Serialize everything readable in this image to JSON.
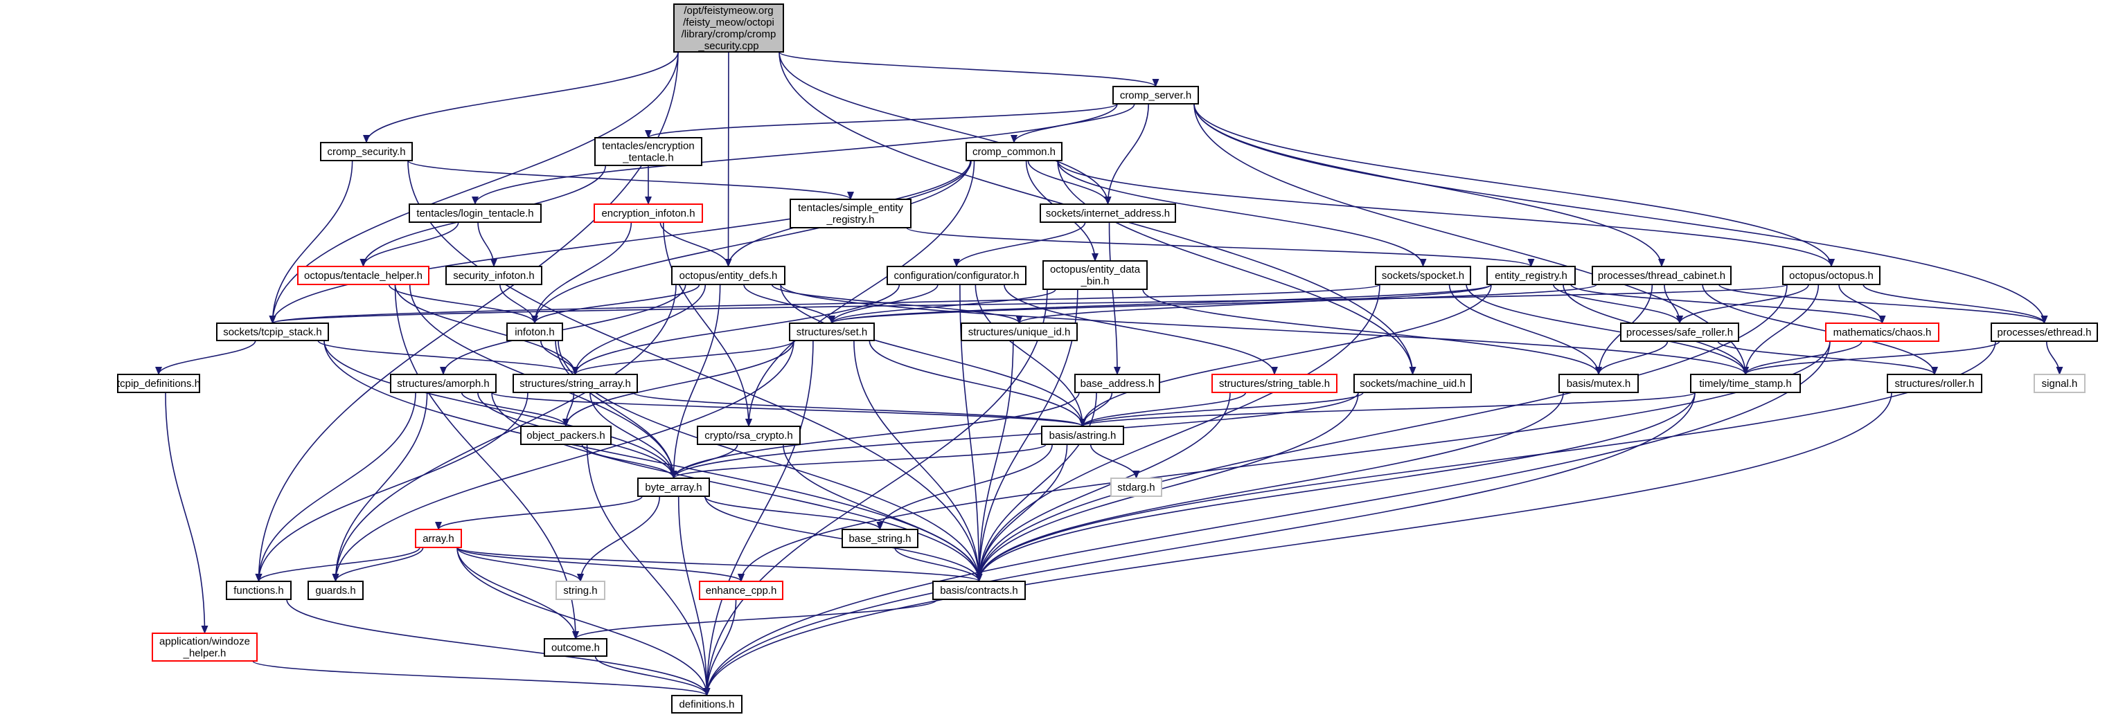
{
  "colors": {
    "edge": "#191970",
    "node_border": "#000000",
    "truncated_border": "#ff0000",
    "external_border": "#bfbfbf",
    "external_text": "#808080",
    "root_fill": "#bfbfbf"
  },
  "nodes": [
    {
      "id": "root",
      "lines": [
        "/opt/feistymeow.org",
        "/feisty_meow/octopi",
        "/library/cromp/cromp",
        "_security.cpp"
      ],
      "kind": "root"
    },
    {
      "id": "cromp_server",
      "lines": [
        "cromp_server.h"
      ],
      "kind": "normal"
    },
    {
      "id": "cromp_security",
      "lines": [
        "cromp_security.h"
      ],
      "kind": "normal"
    },
    {
      "id": "encryption_tentacle",
      "lines": [
        "tentacles/encryption",
        "_tentacle.h"
      ],
      "kind": "normal"
    },
    {
      "id": "cromp_common",
      "lines": [
        "cromp_common.h"
      ],
      "kind": "normal"
    },
    {
      "id": "login_tentacle",
      "lines": [
        "tentacles/login_tentacle.h"
      ],
      "kind": "normal"
    },
    {
      "id": "encryption_infoton",
      "lines": [
        "encryption_infoton.h"
      ],
      "kind": "truncated"
    },
    {
      "id": "simple_entity_registry",
      "lines": [
        "tentacles/simple_entity",
        "_registry.h"
      ],
      "kind": "normal"
    },
    {
      "id": "internet_address",
      "lines": [
        "sockets/internet_address.h"
      ],
      "kind": "normal"
    },
    {
      "id": "tentacle_helper",
      "lines": [
        "octopus/tentacle_helper.h"
      ],
      "kind": "truncated"
    },
    {
      "id": "security_infoton",
      "lines": [
        "security_infoton.h"
      ],
      "kind": "normal"
    },
    {
      "id": "entity_defs",
      "lines": [
        "octopus/entity_defs.h"
      ],
      "kind": "normal"
    },
    {
      "id": "configurator",
      "lines": [
        "configuration/configurator.h"
      ],
      "kind": "normal"
    },
    {
      "id": "entity_data_bin",
      "lines": [
        "octopus/entity_data",
        "_bin.h"
      ],
      "kind": "normal"
    },
    {
      "id": "spocket",
      "lines": [
        "sockets/spocket.h"
      ],
      "kind": "normal"
    },
    {
      "id": "entity_registry",
      "lines": [
        "entity_registry.h"
      ],
      "kind": "normal"
    },
    {
      "id": "thread_cabinet",
      "lines": [
        "processes/thread_cabinet.h"
      ],
      "kind": "normal"
    },
    {
      "id": "octopus",
      "lines": [
        "octopus/octopus.h"
      ],
      "kind": "normal"
    },
    {
      "id": "tcpip_stack",
      "lines": [
        "sockets/tcpip_stack.h"
      ],
      "kind": "normal"
    },
    {
      "id": "infoton",
      "lines": [
        "infoton.h"
      ],
      "kind": "normal"
    },
    {
      "id": "set",
      "lines": [
        "structures/set.h"
      ],
      "kind": "normal"
    },
    {
      "id": "unique_id",
      "lines": [
        "structures/unique_id.h"
      ],
      "kind": "normal"
    },
    {
      "id": "safe_roller",
      "lines": [
        "processes/safe_roller.h"
      ],
      "kind": "normal"
    },
    {
      "id": "chaos",
      "lines": [
        "mathematics/chaos.h"
      ],
      "kind": "truncated"
    },
    {
      "id": "ethread",
      "lines": [
        "processes/ethread.h"
      ],
      "kind": "normal"
    },
    {
      "id": "tcpip_definitions",
      "lines": [
        "tcpip_definitions.h"
      ],
      "kind": "normal"
    },
    {
      "id": "amorph",
      "lines": [
        "structures/amorph.h"
      ],
      "kind": "normal"
    },
    {
      "id": "string_array",
      "lines": [
        "structures/string_array.h"
      ],
      "kind": "normal"
    },
    {
      "id": "base_address",
      "lines": [
        "base_address.h"
      ],
      "kind": "normal"
    },
    {
      "id": "string_table",
      "lines": [
        "structures/string_table.h"
      ],
      "kind": "truncated"
    },
    {
      "id": "machine_uid",
      "lines": [
        "sockets/machine_uid.h"
      ],
      "kind": "normal"
    },
    {
      "id": "mutex",
      "lines": [
        "basis/mutex.h"
      ],
      "kind": "normal"
    },
    {
      "id": "time_stamp",
      "lines": [
        "timely/time_stamp.h"
      ],
      "kind": "normal"
    },
    {
      "id": "roller",
      "lines": [
        "structures/roller.h"
      ],
      "kind": "normal"
    },
    {
      "id": "signal",
      "lines": [
        "signal.h"
      ],
      "kind": "external"
    },
    {
      "id": "object_packers",
      "lines": [
        "object_packers.h"
      ],
      "kind": "normal"
    },
    {
      "id": "rsa_crypto",
      "lines": [
        "crypto/rsa_crypto.h"
      ],
      "kind": "normal"
    },
    {
      "id": "astring",
      "lines": [
        "basis/astring.h"
      ],
      "kind": "normal"
    },
    {
      "id": "byte_array",
      "lines": [
        "byte_array.h"
      ],
      "kind": "normal"
    },
    {
      "id": "stdarg",
      "lines": [
        "stdarg.h"
      ],
      "kind": "external"
    },
    {
      "id": "array",
      "lines": [
        "array.h"
      ],
      "kind": "truncated"
    },
    {
      "id": "base_string",
      "lines": [
        "base_string.h"
      ],
      "kind": "normal"
    },
    {
      "id": "functions",
      "lines": [
        "functions.h"
      ],
      "kind": "normal"
    },
    {
      "id": "guards",
      "lines": [
        "guards.h"
      ],
      "kind": "normal"
    },
    {
      "id": "string_h",
      "lines": [
        "string.h"
      ],
      "kind": "external"
    },
    {
      "id": "enhance_cpp",
      "lines": [
        "enhance_cpp.h"
      ],
      "kind": "truncated"
    },
    {
      "id": "contracts",
      "lines": [
        "basis/contracts.h"
      ],
      "kind": "normal"
    },
    {
      "id": "windoze_helper",
      "lines": [
        "application/windoze",
        "_helper.h"
      ],
      "kind": "truncated"
    },
    {
      "id": "outcome",
      "lines": [
        "outcome.h"
      ],
      "kind": "normal"
    },
    {
      "id": "definitions",
      "lines": [
        "definitions.h"
      ],
      "kind": "normal"
    }
  ],
  "edges": [
    [
      "root",
      "cromp_server"
    ],
    [
      "root",
      "cromp_security"
    ],
    [
      "root",
      "entity_defs"
    ],
    [
      "root",
      "tcpip_stack"
    ],
    [
      "root",
      "functions"
    ],
    [
      "root",
      "internet_address"
    ],
    [
      "root",
      "machine_uid"
    ],
    [
      "cromp_server",
      "encryption_tentacle"
    ],
    [
      "cromp_server",
      "login_tentacle"
    ],
    [
      "cromp_server",
      "cromp_common"
    ],
    [
      "cromp_server",
      "internet_address"
    ],
    [
      "cromp_server",
      "thread_cabinet"
    ],
    [
      "cromp_server",
      "octopus"
    ],
    [
      "cromp_server",
      "ethread"
    ],
    [
      "cromp_server",
      "time_stamp"
    ],
    [
      "cromp_security",
      "tcpip_stack"
    ],
    [
      "cromp_security",
      "contracts"
    ],
    [
      "cromp_security",
      "simple_entity_registry"
    ],
    [
      "encryption_tentacle",
      "encryption_infoton"
    ],
    [
      "encryption_tentacle",
      "tentacle_helper"
    ],
    [
      "login_tentacle",
      "tentacle_helper"
    ],
    [
      "login_tentacle",
      "security_infoton"
    ],
    [
      "encryption_infoton",
      "infoton"
    ],
    [
      "encryption_infoton",
      "entity_defs"
    ],
    [
      "encryption_infoton",
      "rsa_crypto"
    ],
    [
      "cromp_common",
      "tcpip_stack"
    ],
    [
      "cromp_common",
      "infoton"
    ],
    [
      "cromp_common",
      "entity_defs"
    ],
    [
      "cromp_common",
      "internet_address"
    ],
    [
      "cromp_common",
      "entity_data_bin"
    ],
    [
      "cromp_common",
      "spocket"
    ],
    [
      "cromp_common",
      "machine_uid"
    ],
    [
      "cromp_common",
      "octopus"
    ],
    [
      "cromp_common",
      "rsa_crypto"
    ],
    [
      "simple_entity_registry",
      "entity_registry"
    ],
    [
      "internet_address",
      "configurator"
    ],
    [
      "internet_address",
      "base_address"
    ],
    [
      "tentacle_helper",
      "infoton"
    ],
    [
      "tentacle_helper",
      "string_array"
    ],
    [
      "tentacle_helper",
      "byte_array"
    ],
    [
      "tentacle_helper",
      "outcome"
    ],
    [
      "security_infoton",
      "infoton"
    ],
    [
      "entity_defs",
      "infoton"
    ],
    [
      "entity_defs",
      "set"
    ],
    [
      "entity_defs",
      "amorph"
    ],
    [
      "entity_defs",
      "string_array"
    ],
    [
      "entity_defs",
      "byte_array"
    ],
    [
      "entity_defs",
      "astring"
    ],
    [
      "entity_defs",
      "unique_id"
    ],
    [
      "entity_defs",
      "time_stamp"
    ],
    [
      "entity_defs",
      "guards"
    ],
    [
      "configurator",
      "set"
    ],
    [
      "configurator",
      "string_array"
    ],
    [
      "configurator",
      "astring"
    ],
    [
      "configurator",
      "string_table"
    ],
    [
      "configurator",
      "contracts"
    ],
    [
      "entity_data_bin",
      "set"
    ],
    [
      "entity_data_bin",
      "mutex"
    ],
    [
      "entity_data_bin",
      "definitions"
    ],
    [
      "entity_data_bin",
      "contracts"
    ],
    [
      "spocket",
      "tcpip_stack"
    ],
    [
      "spocket",
      "contracts"
    ],
    [
      "spocket",
      "mutex"
    ],
    [
      "spocket",
      "time_stamp"
    ],
    [
      "entity_registry",
      "set"
    ],
    [
      "entity_registry",
      "unique_id"
    ],
    [
      "entity_registry",
      "safe_roller"
    ],
    [
      "entity_registry",
      "time_stamp"
    ],
    [
      "entity_registry",
      "astring"
    ],
    [
      "entity_registry",
      "chaos"
    ],
    [
      "thread_cabinet",
      "set"
    ],
    [
      "thread_cabinet",
      "mutex"
    ],
    [
      "thread_cabinet",
      "safe_roller"
    ],
    [
      "thread_cabinet",
      "roller"
    ],
    [
      "thread_cabinet",
      "ethread"
    ],
    [
      "octopus",
      "tcpip_stack"
    ],
    [
      "octopus",
      "safe_roller"
    ],
    [
      "octopus",
      "chaos"
    ],
    [
      "octopus",
      "time_stamp"
    ],
    [
      "octopus",
      "ethread"
    ],
    [
      "octopus",
      "contracts"
    ],
    [
      "tcpip_stack",
      "tcpip_definitions"
    ],
    [
      "tcpip_stack",
      "string_array"
    ],
    [
      "tcpip_stack",
      "byte_array"
    ],
    [
      "tcpip_stack",
      "contracts"
    ],
    [
      "infoton",
      "string_array"
    ],
    [
      "infoton",
      "byte_array"
    ],
    [
      "infoton",
      "contracts"
    ],
    [
      "set",
      "string_array"
    ],
    [
      "set",
      "object_packers"
    ],
    [
      "set",
      "astring"
    ],
    [
      "set",
      "contracts"
    ],
    [
      "set",
      "guards"
    ],
    [
      "set",
      "definitions"
    ],
    [
      "unique_id",
      "contracts"
    ],
    [
      "safe_roller",
      "mutex"
    ],
    [
      "safe_roller",
      "roller"
    ],
    [
      "chaos",
      "time_stamp"
    ],
    [
      "chaos",
      "definitions"
    ],
    [
      "chaos",
      "enhance_cpp"
    ],
    [
      "ethread",
      "time_stamp"
    ],
    [
      "ethread",
      "signal"
    ],
    [
      "ethread",
      "contracts"
    ],
    [
      "tcpip_definitions",
      "windoze_helper"
    ],
    [
      "amorph",
      "functions"
    ],
    [
      "amorph",
      "guards"
    ],
    [
      "amorph",
      "object_packers"
    ],
    [
      "amorph",
      "astring"
    ],
    [
      "amorph",
      "contracts"
    ],
    [
      "amorph",
      "byte_array"
    ],
    [
      "string_array",
      "object_packers"
    ],
    [
      "string_array",
      "byte_array"
    ],
    [
      "string_array",
      "astring"
    ],
    [
      "string_array",
      "functions"
    ],
    [
      "base_address",
      "astring"
    ],
    [
      "base_address",
      "byte_array"
    ],
    [
      "base_address",
      "contracts"
    ],
    [
      "string_table",
      "astring"
    ],
    [
      "string_table",
      "contracts"
    ],
    [
      "machine_uid",
      "astring"
    ],
    [
      "machine_uid",
      "byte_array"
    ],
    [
      "machine_uid",
      "contracts"
    ],
    [
      "mutex",
      "contracts"
    ],
    [
      "time_stamp",
      "astring"
    ],
    [
      "time_stamp",
      "contracts"
    ],
    [
      "time_stamp",
      "definitions"
    ],
    [
      "roller",
      "definitions"
    ],
    [
      "object_packers",
      "byte_array"
    ],
    [
      "object_packers",
      "definitions"
    ],
    [
      "rsa_crypto",
      "byte_array"
    ],
    [
      "rsa_crypto",
      "contracts"
    ],
    [
      "astring",
      "byte_array"
    ],
    [
      "astring",
      "base_string"
    ],
    [
      "astring",
      "stdarg"
    ],
    [
      "astring",
      "contracts"
    ],
    [
      "byte_array",
      "array"
    ],
    [
      "byte_array",
      "string_h"
    ],
    [
      "byte_array",
      "base_string"
    ],
    [
      "byte_array",
      "contracts"
    ],
    [
      "byte_array",
      "definitions"
    ],
    [
      "array",
      "functions"
    ],
    [
      "array",
      "guards"
    ],
    [
      "array",
      "string_h"
    ],
    [
      "array",
      "enhance_cpp"
    ],
    [
      "array",
      "outcome"
    ],
    [
      "array",
      "definitions"
    ],
    [
      "array",
      "contracts"
    ],
    [
      "base_string",
      "contracts"
    ],
    [
      "functions",
      "definitions"
    ],
    [
      "enhance_cpp",
      "definitions"
    ],
    [
      "contracts",
      "outcome"
    ],
    [
      "outcome",
      "definitions"
    ],
    [
      "windoze_helper",
      "definitions"
    ]
  ]
}
